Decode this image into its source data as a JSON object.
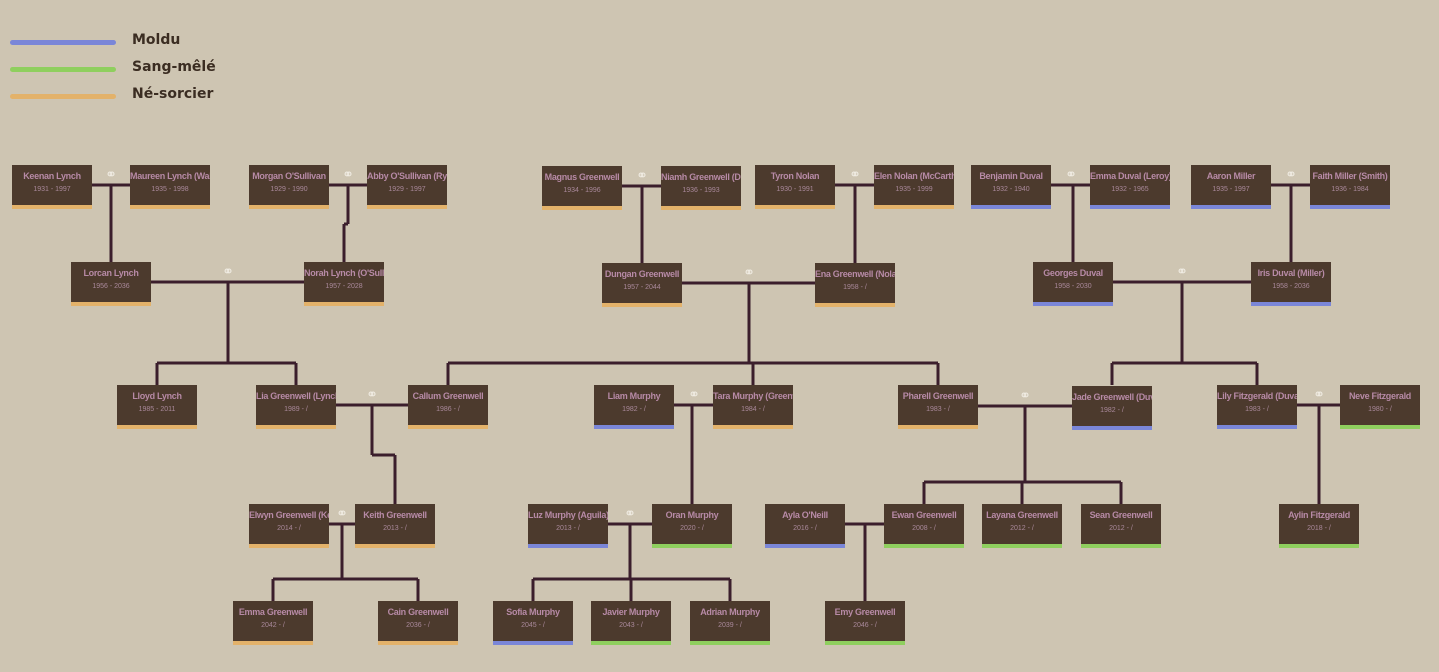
{
  "colors": {
    "muggle": "#7a86d8",
    "halfblood": "#8fcf5e",
    "muggleborn": "#e3b26a",
    "node_bg": "#4c3a2d",
    "line": "#3b1e2c",
    "background": "#cec5b2"
  },
  "legend": [
    {
      "label": "Moldu",
      "color": "#7a86d8"
    },
    {
      "label": "Sang-mêlé",
      "color": "#8fcf5e"
    },
    {
      "label": "Né-sorcier",
      "color": "#e3b26a"
    }
  ],
  "marriage_icon": "ring-icon",
  "people": [
    {
      "id": "keenan",
      "name": "Keenan Lynch",
      "dates": "1931 - 1997",
      "status": "muggleborn"
    },
    {
      "id": "maureen",
      "name": "Maureen Lynch (Walsh)",
      "dates": "1935 - 1998",
      "status": "muggleborn"
    },
    {
      "id": "morgan",
      "name": "Morgan O'Sullivan",
      "dates": "1929 - 1990",
      "status": "muggleborn"
    },
    {
      "id": "abby",
      "name": "Abby O'Sullivan (Ryan)",
      "dates": "1929 - 1997",
      "status": "muggleborn"
    },
    {
      "id": "magnus",
      "name": "Magnus Greenwell",
      "dates": "1934 - 1996",
      "status": "muggleborn"
    },
    {
      "id": "niamh",
      "name": "Niamh Greenwell (Doyle)",
      "dates": "1936 - 1993",
      "status": "muggleborn"
    },
    {
      "id": "tyron",
      "name": "Tyron Nolan",
      "dates": "1930 - 1991",
      "status": "muggleborn"
    },
    {
      "id": "elen",
      "name": "Elen Nolan (McCarthy)",
      "dates": "1935 - 1999",
      "status": "muggleborn"
    },
    {
      "id": "benjamin",
      "name": "Benjamin Duval",
      "dates": "1932 - 1940",
      "status": "muggle"
    },
    {
      "id": "emmaduval",
      "name": "Emma Duval (Leroy)",
      "dates": "1932 - 1965",
      "status": "muggle"
    },
    {
      "id": "aaron",
      "name": "Aaron Miller",
      "dates": "1935 - 1997",
      "status": "muggle"
    },
    {
      "id": "faith",
      "name": "Faith Miller (Smith)",
      "dates": "1936 - 1984",
      "status": "muggle"
    },
    {
      "id": "lorcan",
      "name": "Lorcan Lynch",
      "dates": "1956 - 2036",
      "status": "muggleborn"
    },
    {
      "id": "norah",
      "name": "Norah Lynch (O'Sullivan)",
      "dates": "1957 - 2028",
      "status": "muggleborn"
    },
    {
      "id": "dungan",
      "name": "Dungan Greenwell",
      "dates": "1957 - 2044",
      "status": "muggleborn"
    },
    {
      "id": "ena",
      "name": "Ena Greenwell (Nolan)",
      "dates": "1958 - /",
      "status": "muggleborn"
    },
    {
      "id": "georges",
      "name": "Georges Duval",
      "dates": "1958 - 2030",
      "status": "muggle"
    },
    {
      "id": "iris",
      "name": "Iris Duval (Miller)",
      "dates": "1958 - 2036",
      "status": "muggle"
    },
    {
      "id": "lloyd",
      "name": "Lloyd Lynch",
      "dates": "1985 - 2011",
      "status": "muggleborn"
    },
    {
      "id": "lia",
      "name": "Lia Greenwell (Lynch)",
      "dates": "1989 - /",
      "status": "muggleborn"
    },
    {
      "id": "callum",
      "name": "Callum Greenwell",
      "dates": "1986 - /",
      "status": "muggleborn"
    },
    {
      "id": "liam",
      "name": "Liam Murphy",
      "dates": "1982 - /",
      "status": "muggle"
    },
    {
      "id": "tara",
      "name": "Tara Murphy (Greenwell)",
      "dates": "1984 - /",
      "status": "muggleborn"
    },
    {
      "id": "pharell",
      "name": "Pharell Greenwell",
      "dates": "1983 - /",
      "status": "muggleborn"
    },
    {
      "id": "jade",
      "name": "Jade Greenwell (Duval)",
      "dates": "1982 - /",
      "status": "muggle"
    },
    {
      "id": "lily",
      "name": "Lily Fitzgerald (Duval)",
      "dates": "1983 - /",
      "status": "muggle"
    },
    {
      "id": "neve",
      "name": "Neve Fitzgerald",
      "dates": "1980 - /",
      "status": "halfblood"
    },
    {
      "id": "elwyn",
      "name": "Elwyn Greenwell (Kelly)",
      "dates": "2014 - /",
      "status": "muggleborn"
    },
    {
      "id": "keith",
      "name": "Keith Greenwell",
      "dates": "2013 - /",
      "status": "muggleborn"
    },
    {
      "id": "luz",
      "name": "Luz Murphy (Aguila)",
      "dates": "2013 - /",
      "status": "muggle"
    },
    {
      "id": "oran",
      "name": "Oran Murphy",
      "dates": "2020 - /",
      "status": "halfblood"
    },
    {
      "id": "ayla",
      "name": "Ayla O'Neill",
      "dates": "2016 - /",
      "status": "muggle"
    },
    {
      "id": "ewan",
      "name": "Ewan Greenwell",
      "dates": "2008 - /",
      "status": "halfblood"
    },
    {
      "id": "layana",
      "name": "Layana Greenwell",
      "dates": "2012 - /",
      "status": "halfblood"
    },
    {
      "id": "sean",
      "name": "Sean Greenwell",
      "dates": "2012 - /",
      "status": "halfblood"
    },
    {
      "id": "aylin",
      "name": "Aylin Fitzgerald",
      "dates": "2018 - /",
      "status": "halfblood"
    },
    {
      "id": "emmag",
      "name": "Emma Greenwell",
      "dates": "2042 - /",
      "status": "muggleborn"
    },
    {
      "id": "cain",
      "name": "Cain Greenwell",
      "dates": "2036 - /",
      "status": "muggleborn"
    },
    {
      "id": "sofia",
      "name": "Sofia Murphy",
      "dates": "2045 - /",
      "status": "muggle"
    },
    {
      "id": "javier",
      "name": "Javier Murphy",
      "dates": "2043 - /",
      "status": "halfblood"
    },
    {
      "id": "adrian",
      "name": "Adrian Murphy",
      "dates": "2039 - /",
      "status": "halfblood"
    },
    {
      "id": "emy",
      "name": "Emy Greenwell",
      "dates": "2046 - /",
      "status": "halfblood"
    }
  ],
  "couples": [
    {
      "a": "keenan",
      "b": "maureen",
      "married": true,
      "children": [
        "lorcan"
      ]
    },
    {
      "a": "morgan",
      "b": "abby",
      "married": true,
      "children": [
        "norah"
      ]
    },
    {
      "a": "magnus",
      "b": "niamh",
      "married": true,
      "children": [
        "dungan"
      ]
    },
    {
      "a": "tyron",
      "b": "elen",
      "married": true,
      "children": [
        "ena"
      ]
    },
    {
      "a": "benjamin",
      "b": "emmaduval",
      "married": true,
      "children": [
        "georges"
      ]
    },
    {
      "a": "aaron",
      "b": "faith",
      "married": true,
      "children": [
        "iris"
      ]
    },
    {
      "a": "lorcan",
      "b": "norah",
      "married": true,
      "children": [
        "lloyd",
        "lia"
      ]
    },
    {
      "a": "dungan",
      "b": "ena",
      "married": true,
      "children": [
        "callum",
        "tara",
        "pharell"
      ]
    },
    {
      "a": "georges",
      "b": "iris",
      "married": true,
      "children": [
        "jade",
        "lily"
      ]
    },
    {
      "a": "lia",
      "b": "callum",
      "married": true,
      "children": [
        "keith"
      ]
    },
    {
      "a": "liam",
      "b": "tara",
      "married": true,
      "children": [
        "oran"
      ]
    },
    {
      "a": "pharell",
      "b": "jade",
      "married": true,
      "children": [
        "ewan",
        "layana",
        "sean"
      ]
    },
    {
      "a": "lily",
      "b": "neve",
      "married": true,
      "children": [
        "aylin"
      ]
    },
    {
      "a": "elwyn",
      "b": "keith",
      "married": true,
      "children": [
        "emmag",
        "cain"
      ]
    },
    {
      "a": "luz",
      "b": "oran",
      "married": true,
      "children": [
        "sofia",
        "javier",
        "adrian"
      ]
    },
    {
      "a": "ayla",
      "b": "ewan",
      "married": false,
      "children": [
        "emy"
      ]
    }
  ]
}
